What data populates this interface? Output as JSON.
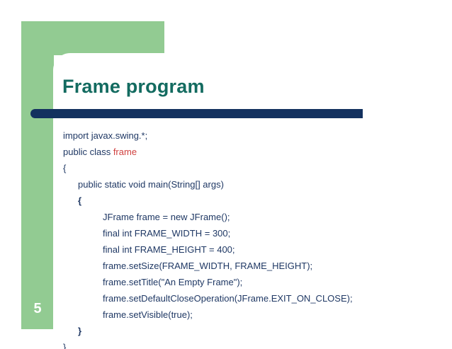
{
  "slide": {
    "title": "Frame program",
    "number": "5",
    "colors": {
      "accent_green": "#92cb92",
      "title_teal": "#136b60",
      "rule_navy": "#13315f",
      "code_navy": "#1f3864",
      "keyword_red": "#d0413f",
      "background": "#ffffff"
    }
  },
  "code": {
    "language": "Java",
    "lines": [
      {
        "indent": 0,
        "bold": false,
        "segments": [
          {
            "text": "import javax.swing.*;",
            "style": "plain"
          }
        ]
      },
      {
        "indent": 0,
        "bold": false,
        "segments": [
          {
            "text": "public class ",
            "style": "plain"
          },
          {
            "text": "frame",
            "style": "keyword-red"
          }
        ]
      },
      {
        "indent": 0,
        "bold": false,
        "segments": [
          {
            "text": "{",
            "style": "plain"
          }
        ]
      },
      {
        "indent": 1,
        "bold": false,
        "segments": [
          {
            "text": "public static void main(String[] args)",
            "style": "plain"
          }
        ]
      },
      {
        "indent": 1,
        "bold": true,
        "segments": [
          {
            "text": "{",
            "style": "plain"
          }
        ]
      },
      {
        "indent": 2,
        "bold": false,
        "segments": [
          {
            "text": "JFrame frame = new JFrame();",
            "style": "plain"
          }
        ]
      },
      {
        "indent": 2,
        "bold": false,
        "segments": [
          {
            "text": "final int FRAME_WIDTH = 300;",
            "style": "plain"
          }
        ]
      },
      {
        "indent": 2,
        "bold": false,
        "segments": [
          {
            "text": "final int FRAME_HEIGHT = 400;",
            "style": "plain"
          }
        ]
      },
      {
        "indent": 2,
        "bold": false,
        "segments": [
          {
            "text": "frame.setSize(FRAME_WIDTH, FRAME_HEIGHT);",
            "style": "plain"
          }
        ]
      },
      {
        "indent": 2,
        "bold": false,
        "segments": [
          {
            "text": "frame.setTitle(\"An Empty Frame\");",
            "style": "plain"
          }
        ]
      },
      {
        "indent": 2,
        "bold": false,
        "segments": [
          {
            "text": "frame.setDefaultCloseOperation(JFrame.EXIT_ON_CLOSE);",
            "style": "plain"
          }
        ]
      },
      {
        "indent": 2,
        "bold": false,
        "segments": [
          {
            "text": "frame.setVisible(true);",
            "style": "plain"
          }
        ]
      },
      {
        "indent": 1,
        "bold": true,
        "segments": [
          {
            "text": "}",
            "style": "plain"
          }
        ]
      },
      {
        "indent": 0,
        "bold": false,
        "segments": [
          {
            "text": "}",
            "style": "plain"
          }
        ]
      }
    ]
  }
}
